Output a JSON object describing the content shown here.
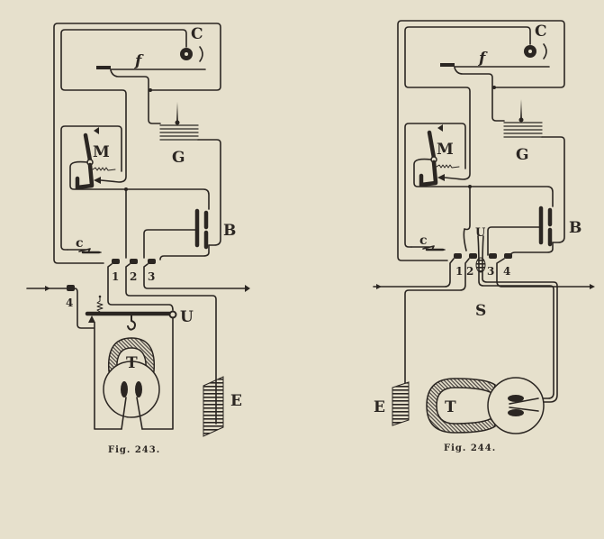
{
  "figures": [
    {
      "caption": "Fig. 243.",
      "labels": {
        "C": "C",
        "f": "f",
        "G": "G",
        "M": "M",
        "c": "c",
        "B": "B",
        "U": "U",
        "T": "T",
        "E": "E"
      },
      "terminals": [
        "1",
        "2",
        "3",
        "4"
      ]
    },
    {
      "caption": "Fig. 244.",
      "labels": {
        "C": "C",
        "f": "f",
        "G": "G",
        "M": "M",
        "c": "c",
        "B": "B",
        "U": "U",
        "S": "S",
        "T": "T",
        "E": "E"
      },
      "terminals": [
        "1",
        "2",
        "3",
        "4"
      ]
    }
  ]
}
